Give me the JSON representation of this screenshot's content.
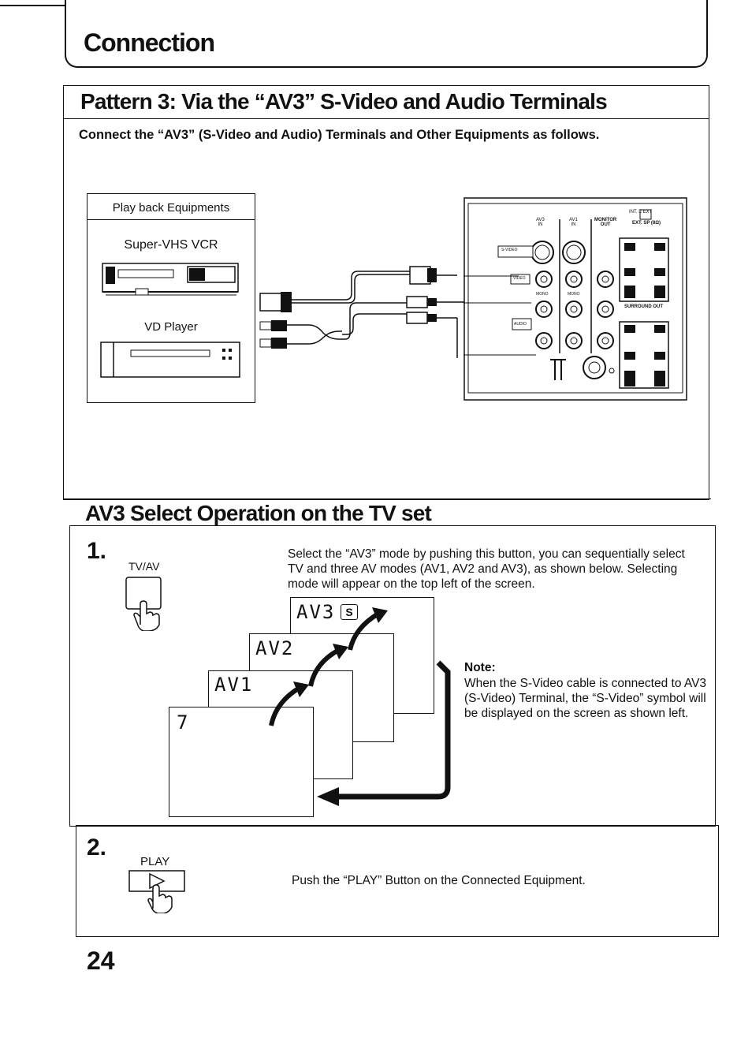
{
  "section": {
    "title": "Connection"
  },
  "pattern": {
    "title": "Pattern 3: Via the “AV3” S-Video and Audio Terminals",
    "instruction": "Connect the “AV3” (S-Video and Audio) Terminals and Other Equipments as follows."
  },
  "equipment_box": {
    "header": "Play back Equipments",
    "device1": "Super-VHS VCR",
    "device2": "VD Player"
  },
  "tv_panel": {
    "labels": {
      "av3_in": "AV3\nIN",
      "av1_in": "AV1\nIN",
      "monitor_out": "MONITOR\nOUT",
      "int_ext": "INT. ⎕ EXT",
      "ext_sp": "EXT. SP (8Ω)",
      "s_video": "S-VIDEO",
      "video": "VIDEO",
      "mono1": "MONO",
      "mono2": "MONO",
      "audio": "AUDIO",
      "surround_out": "SURROUND OUT"
    }
  },
  "av3_section": {
    "title": "AV3 Select Operation on the TV set",
    "step1": {
      "number": "1.",
      "button_label": "TV/AV",
      "text": "Select the “AV3” mode by pushing this button, you can sequentially select TV and three AV modes (AV1, AV2 and AV3), as shown below. Selecting mode will appear on the top left of the screen.",
      "screens": [
        "AV3",
        "AV2",
        "AV1",
        "7"
      ],
      "note_title": "Note:",
      "note_text": "When the S-Video cable is connected to AV3 (S-Video) Terminal, the “S-Video” symbol will be displayed on the screen as shown left."
    },
    "step2": {
      "number": "2.",
      "button_label": "PLAY",
      "text": "Push the “PLAY” Button on the Connected Equipment."
    }
  },
  "page_number": "24"
}
